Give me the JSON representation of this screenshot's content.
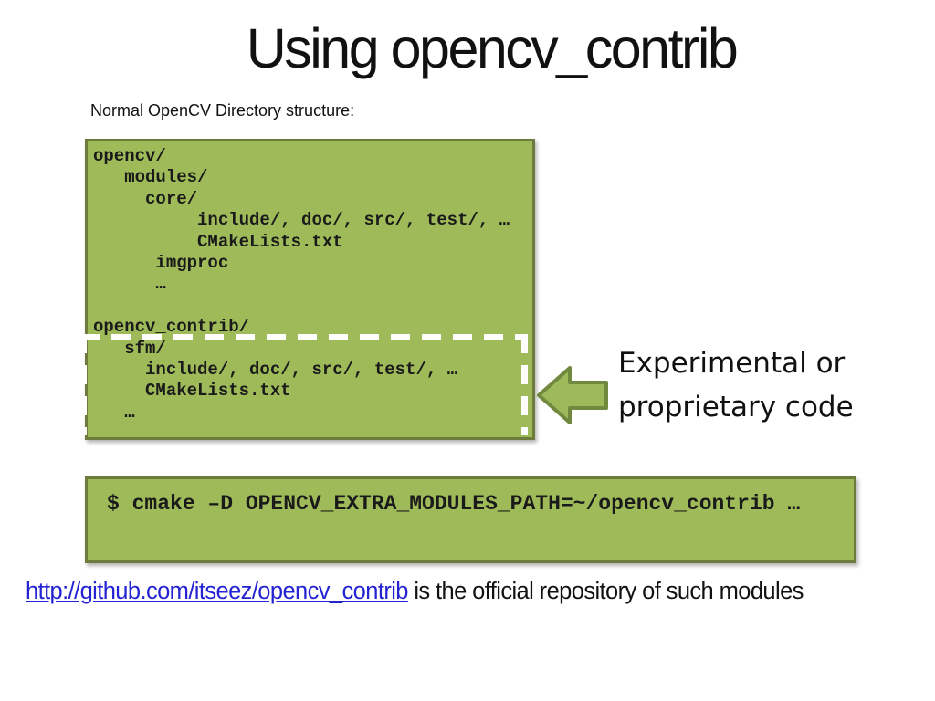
{
  "title": "Using opencv_contrib",
  "subtitle": "Normal OpenCV Directory structure:",
  "dir_box": {
    "content": "opencv/\n   modules/\n     core/\n          include/, doc/, src/, test/, …\n          CMakeLists.txt\n      imgproc\n      …\n\nopencv_contrib/\n   sfm/\n     include/, doc/, src/, test/, …\n     CMakeLists.txt\n   …"
  },
  "annotation": {
    "line1": "Experimental or",
    "line2": "proprietary code"
  },
  "command_box": {
    "command": "$ cmake –D OPENCV_EXTRA_MODULES_PATH=~/opencv_contrib …"
  },
  "footer": {
    "link_text": "http://github.com/itseez/opencv_contrib",
    "rest_text": " is the official repository of such modules"
  },
  "colors": {
    "box_fill": "#9fba59",
    "box_border": "#6d7b3c",
    "arrow_fill": "#9cba59",
    "arrow_outline": "#71893f",
    "dash": "#ffffff",
    "link_blue": "#2323d3"
  }
}
